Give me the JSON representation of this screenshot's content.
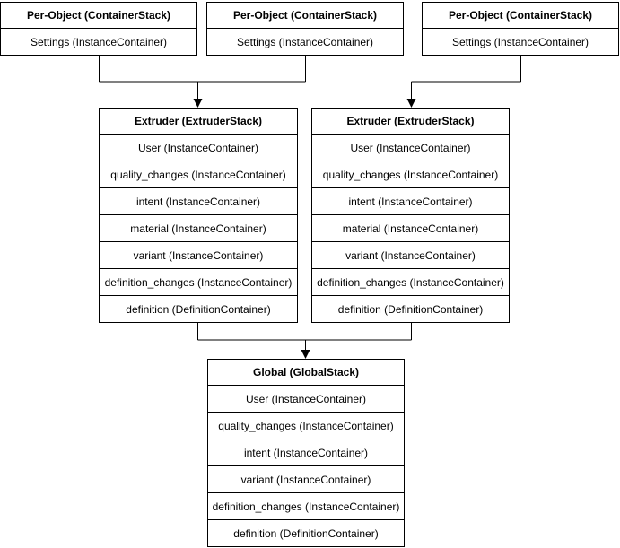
{
  "diagram": {
    "colors": {
      "background": "#ffffff",
      "border": "#000000",
      "text": "#000000",
      "connector": "#000000"
    },
    "per_object_stacks": [
      {
        "title": "Per-Object (ContainerStack)",
        "rows": [
          "Settings (InstanceContainer)"
        ]
      },
      {
        "title": "Per-Object (ContainerStack)",
        "rows": [
          "Settings (InstanceContainer)"
        ]
      },
      {
        "title": "Per-Object (ContainerStack)",
        "rows": [
          "Settings (InstanceContainer)"
        ]
      }
    ],
    "extruder_stacks": [
      {
        "title": "Extruder (ExtruderStack)",
        "rows": [
          "User (InstanceContainer)",
          "quality_changes (InstanceContainer)",
          "intent (InstanceContainer)",
          "material (InstanceContainer)",
          "variant (InstanceContainer)",
          "definition_changes (InstanceContainer)",
          "definition (DefinitionContainer)"
        ]
      },
      {
        "title": "Extruder (ExtruderStack)",
        "rows": [
          "User (InstanceContainer)",
          "quality_changes (InstanceContainer)",
          "intent (InstanceContainer)",
          "material (InstanceContainer)",
          "variant (InstanceContainer)",
          "definition_changes (InstanceContainer)",
          "definition (DefinitionContainer)"
        ]
      }
    ],
    "global_stack": {
      "title": "Global (GlobalStack)",
      "rows": [
        "User (InstanceContainer)",
        "quality_changes (InstanceContainer)",
        "intent (InstanceContainer)",
        "variant (InstanceContainer)",
        "definition_changes (InstanceContainer)",
        "definition (DefinitionContainer)"
      ]
    }
  }
}
